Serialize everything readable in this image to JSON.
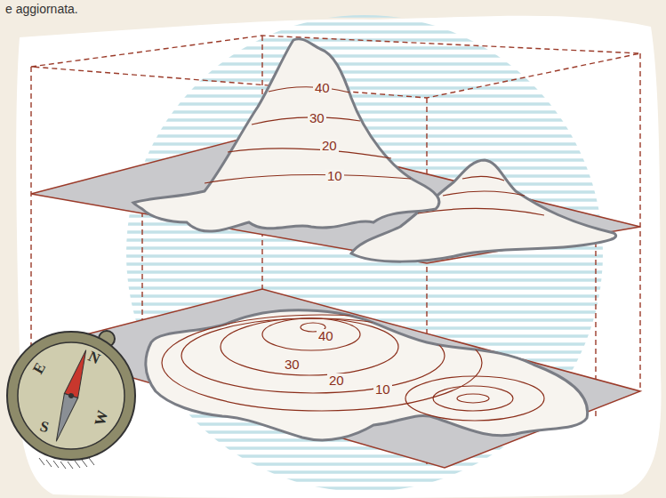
{
  "diagram": {
    "labels": [
      "e aggiornata.",
      "40",
      "30",
      "20",
      "10",
      "40",
      "30",
      "20",
      "10",
      "E",
      "N",
      "S",
      "W"
    ]
  }
}
